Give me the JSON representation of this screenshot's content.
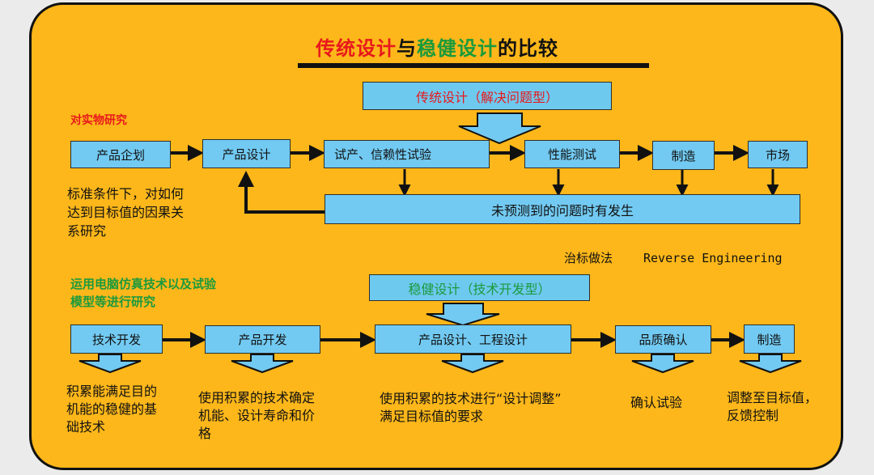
{
  "title": {
    "part1": "传统设计",
    "part2": "与",
    "part3": "稳健设计",
    "part4": "的比较"
  },
  "colors": {
    "panel": "#fdb71a",
    "box": "#72caf2",
    "title_red": "#e8191c",
    "title_green": "#1b9a3c"
  },
  "top": {
    "header": "传统设计（解决问题型）",
    "side_label": "对实物研究",
    "boxes": {
      "b1": "产品企划",
      "b2": "产品设计",
      "b3": "试产、信赖性试验",
      "b4": "性能测试",
      "b5": "制造",
      "b6": "市场"
    },
    "issue_bar": "未预测到的问题时有发生",
    "note": [
      "标准条件下，对如何",
      "达到目标值的因果关",
      "系研究"
    ],
    "remark_cn": "治标做法",
    "remark_en": "Reverse Engineering"
  },
  "bottom": {
    "header": "稳健设计（技术开发型）",
    "side_label": [
      "运用电脑仿真技术以及试验",
      "模型等进行研究"
    ],
    "boxes": {
      "b1": "技术开发",
      "b2": "产品开发",
      "b3": "产品设计、工程设计",
      "b4": "品质确认",
      "b5": "制造"
    },
    "notes": {
      "n1": [
        "积累能满足目的",
        "机能的稳健的基",
        "础技术"
      ],
      "n2": [
        "使用积累的技术确定",
        "机能、设计寿命和价",
        "格"
      ],
      "n3": [
        "使用积累的技术进行“设计调整”",
        "满足目标值的要求"
      ],
      "n4": [
        "确认试验"
      ],
      "n5": [
        "调整至目标值，",
        "反馈控制"
      ]
    }
  }
}
